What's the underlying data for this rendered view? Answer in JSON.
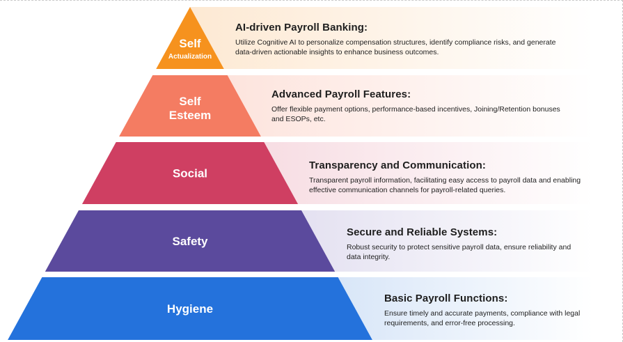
{
  "levels": [
    {
      "id": "self-actualization",
      "label": "Self",
      "sublabel": "Actualization",
      "title": "AI-driven Payroll Banking:",
      "description": "Utilize Cognitive AI to personalize compensation structures, identify compliance risks, and generate data-driven actionable insights to enhance business outcomes.",
      "color": "#f6921e",
      "band_color": "#fde9d3"
    },
    {
      "id": "self-esteem",
      "label": "Self",
      "sublabel": "Esteem",
      "title": "Advanced Payroll Features:",
      "description": "Offer flexible payment options, performance-based incentives, Joining/Retention bonuses and ESOPs, etc.",
      "color": "#f47c62",
      "band_color": "#fde4dd"
    },
    {
      "id": "social",
      "label": "Social",
      "sublabel": "",
      "title": "Transparency and Communication:",
      "description": "Transparent payroll information, facilitating easy access to payroll data and enabling effective communication channels for payroll-related queries.",
      "color": "#cf3f62",
      "band_color": "#f7dde3"
    },
    {
      "id": "safety",
      "label": "Safety",
      "sublabel": "",
      "title": "Secure and Reliable Systems:",
      "description": "Robust security to protect sensitive payroll data, ensure reliability and data integrity.",
      "color": "#5b4a9d",
      "band_color": "#e4e1f1"
    },
    {
      "id": "hygiene",
      "label": "Hygiene",
      "sublabel": "",
      "title": "Basic Payroll Functions:",
      "description": "Ensure timely and accurate payments, compliance with legal requirements, and error-free processing.",
      "color": "#2472dc",
      "band_color": "#d8e6f8"
    }
  ]
}
